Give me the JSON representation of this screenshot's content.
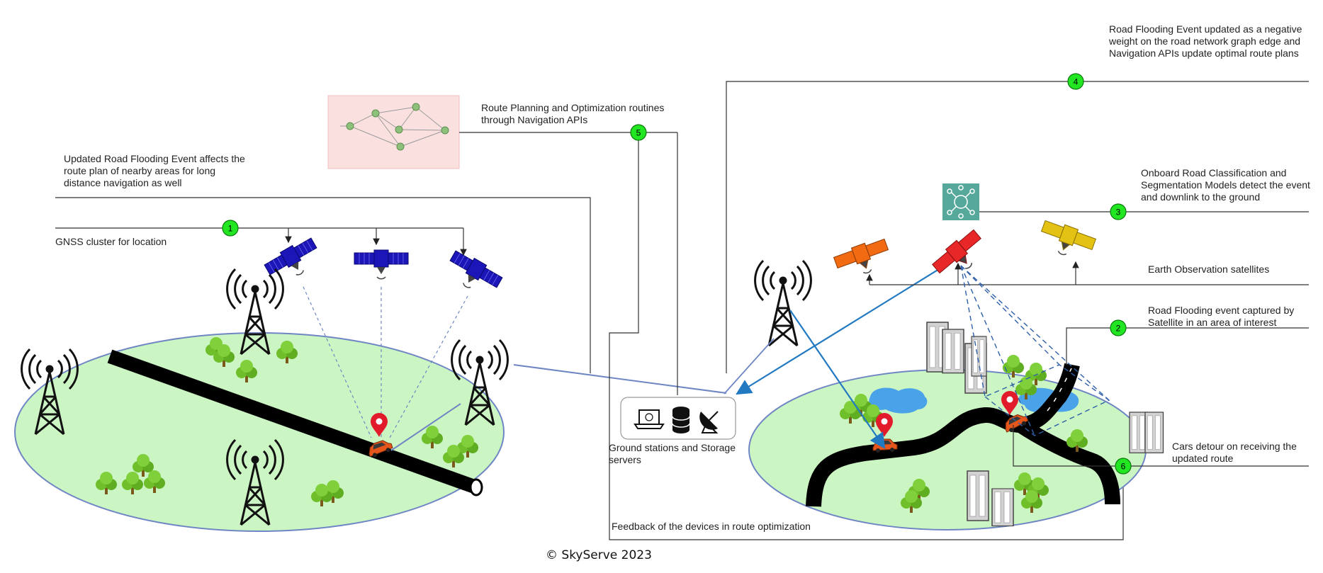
{
  "labels": {
    "gnss": "GNSS cluster for location",
    "long_distance": "Updated Road Flooding Event affects the route plan of nearby areas for long distance navigation as well",
    "route_planning": "Route Planning and Optimization routines through Navigation APIs",
    "road_flooding_updated": "Road Flooding Event updated as a negative weight on the road network graph edge and Navigation APIs update optimal route plans",
    "onboard_models": "Onboard Road Classification and Segmentation Models detect the event and downlink to the ground",
    "eo_satellites": "Earth Observation satellites",
    "captured": "Road Flooding event captured by Satellite in an area of interest",
    "ground_stations": "Ground stations and Storage servers",
    "cars_detour": "Cars detour on receiving the updated route",
    "feedback": "Feedback of the devices in route optimization",
    "copyright": "© SkyServe 2023"
  },
  "steps": [
    "1",
    "2",
    "3",
    "4",
    "5",
    "6"
  ],
  "colors": {
    "step_fill": "#22e622",
    "land_fill": "#ccf5c4",
    "land_stroke": "#6f86c4",
    "gnss_sat": "#1c16b8",
    "eo_orange": "#f26a12",
    "eo_red": "#e82828",
    "eo_yellow": "#e3c214",
    "connector": "#333333",
    "link_blue": "#2179c2",
    "water": "#4aa3e8",
    "graph_panel": "#fbe0e0",
    "model_icon": "#56a89b"
  },
  "icons": [
    "cell-tower-icon",
    "gnss-satellite-icon",
    "eo-satellite-icon",
    "location-pin-icon",
    "car-icon",
    "tree-icon",
    "building-icon",
    "laptop-icon",
    "database-icon",
    "satellite-dish-icon",
    "neural-network-icon",
    "route-graph-icon"
  ]
}
